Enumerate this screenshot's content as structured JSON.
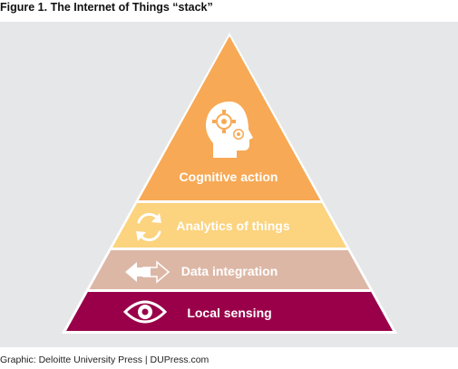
{
  "figure": {
    "title": "Figure 1. The Internet of Things “stack”",
    "caption": "Graphic: Deloitte University Press  |  DUPress.com"
  },
  "layers": [
    {
      "label": "Cognitive action",
      "icon": "head-gears-icon",
      "color": "#f7a955"
    },
    {
      "label": "Analytics of things",
      "icon": "refresh-arrows-icon",
      "color": "#fcd37e"
    },
    {
      "label": "Data integration",
      "icon": "exchange-arrows-icon",
      "color": "#dcb7a6"
    },
    {
      "label": "Local sensing",
      "icon": "eye-icon",
      "color": "#990049"
    }
  ],
  "colors": {
    "panel_background": "#e6e7e8",
    "outline": "#ffffff"
  }
}
